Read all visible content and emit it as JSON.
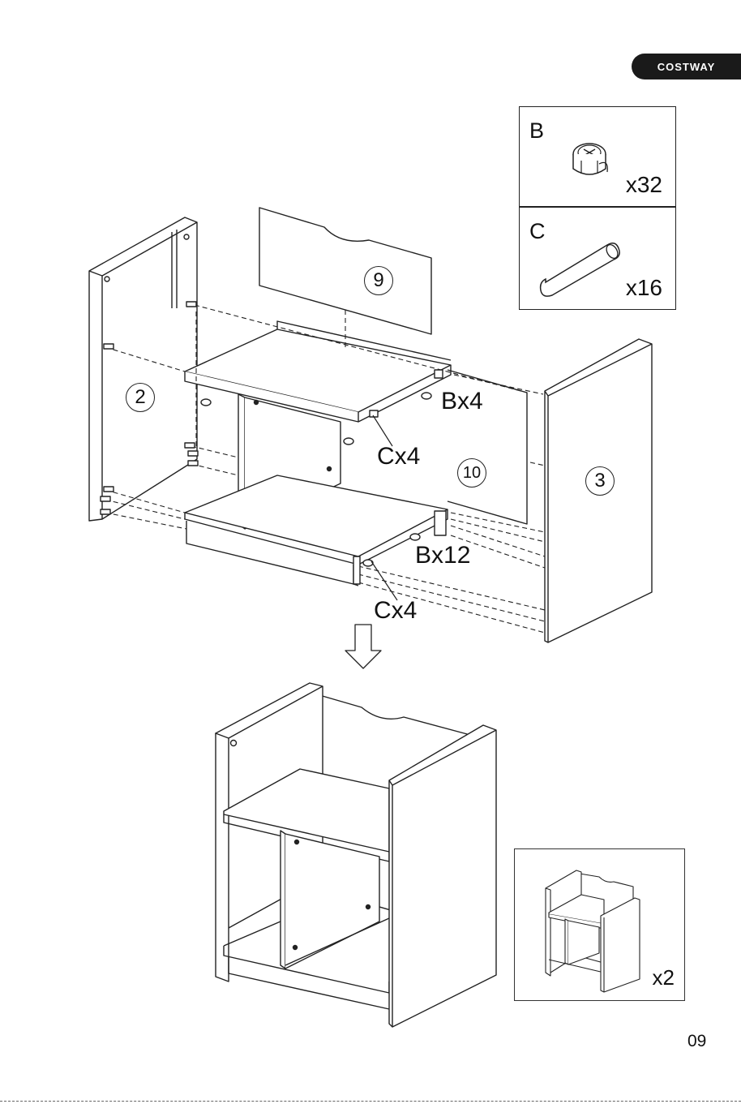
{
  "brand": {
    "name": "COSTWAY"
  },
  "hardware": [
    {
      "letter": "B",
      "quantity": "x32",
      "icon": "cam-lock-icon"
    },
    {
      "letter": "C",
      "quantity": "x16",
      "icon": "wood-dowel-icon"
    }
  ],
  "parts": {
    "p9": "9",
    "p2": "2",
    "p10": "10",
    "p3": "3"
  },
  "callouts": {
    "b_top": "Bx4",
    "c_top": "Cx4",
    "b_bottom": "Bx12",
    "c_bottom": "Cx4"
  },
  "thumbnail": {
    "quantity": "x2"
  },
  "page": {
    "number": "09"
  },
  "colors": {
    "line": "#222222",
    "brand_bg": "#1a1a1a"
  }
}
